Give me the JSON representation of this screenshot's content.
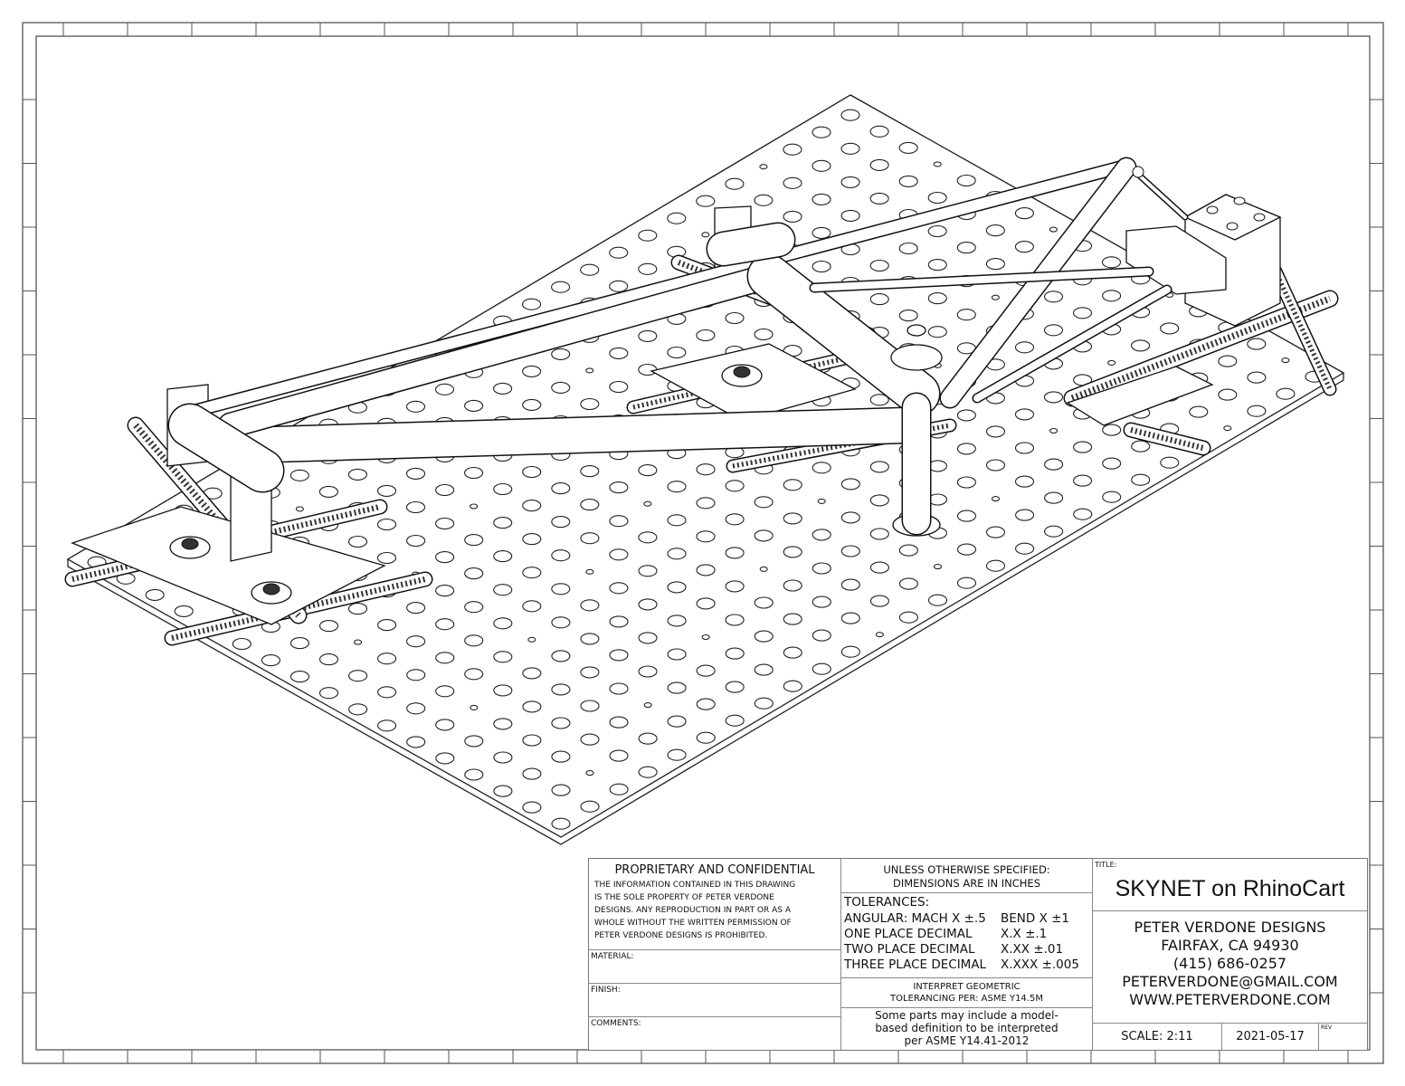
{
  "title_block": {
    "proprietary": {
      "heading": "PROPRIETARY AND CONFIDENTIAL",
      "lines": [
        "THE INFORMATION CONTAINED IN THIS DRAWING",
        "IS THE SOLE PROPERTY OF PETER VERDONE",
        "DESIGNS.  ANY  REPRODUCTION IN PART OR AS A",
        "WHOLE WITHOUT THE WRITTEN PERMISSION OF",
        "PETER VERDONE DESIGNS IS PROHIBITED."
      ]
    },
    "material_label": "MATERIAL:",
    "finish_label": "FINISH:",
    "comments_label": "COMMENTS:",
    "unless": [
      "UNLESS OTHERWISE SPECIFIED:",
      "DIMENSIONS ARE IN INCHES"
    ],
    "tolerances": {
      "heading": "TOLERANCES:",
      "rows": [
        {
          "label": "ANGULAR: MACH X ±.5",
          "value": "BEND X ±1"
        },
        {
          "label": "ONE PLACE DECIMAL",
          "value": "X.X ±.1"
        },
        {
          "label": "TWO PLACE DECIMAL",
          "value": "X.XX ±.01"
        },
        {
          "label": "THREE PLACE DECIMAL",
          "value": "X.XXX ±.005"
        }
      ]
    },
    "geometric": [
      "INTERPRET GEOMETRIC",
      "TOLERANCING PER: ASME Y14.5M"
    ],
    "mbd": [
      "Some parts may include a model-",
      "based definition to be interpreted",
      "per ASME Y14.41-2012"
    ],
    "title_label": "TITLE:",
    "title": "SKYNET on RhinoCart",
    "company": [
      "PETER VERDONE DESIGNS",
      "FAIRFAX, CA 94930",
      "(415) 686-0257",
      "PETERVERDONE@GMAIL.COM",
      "WWW.PETERVERDONE.COM"
    ],
    "scale": "SCALE: 2:11",
    "date": "2021-05-17",
    "rev_label": "REV"
  }
}
